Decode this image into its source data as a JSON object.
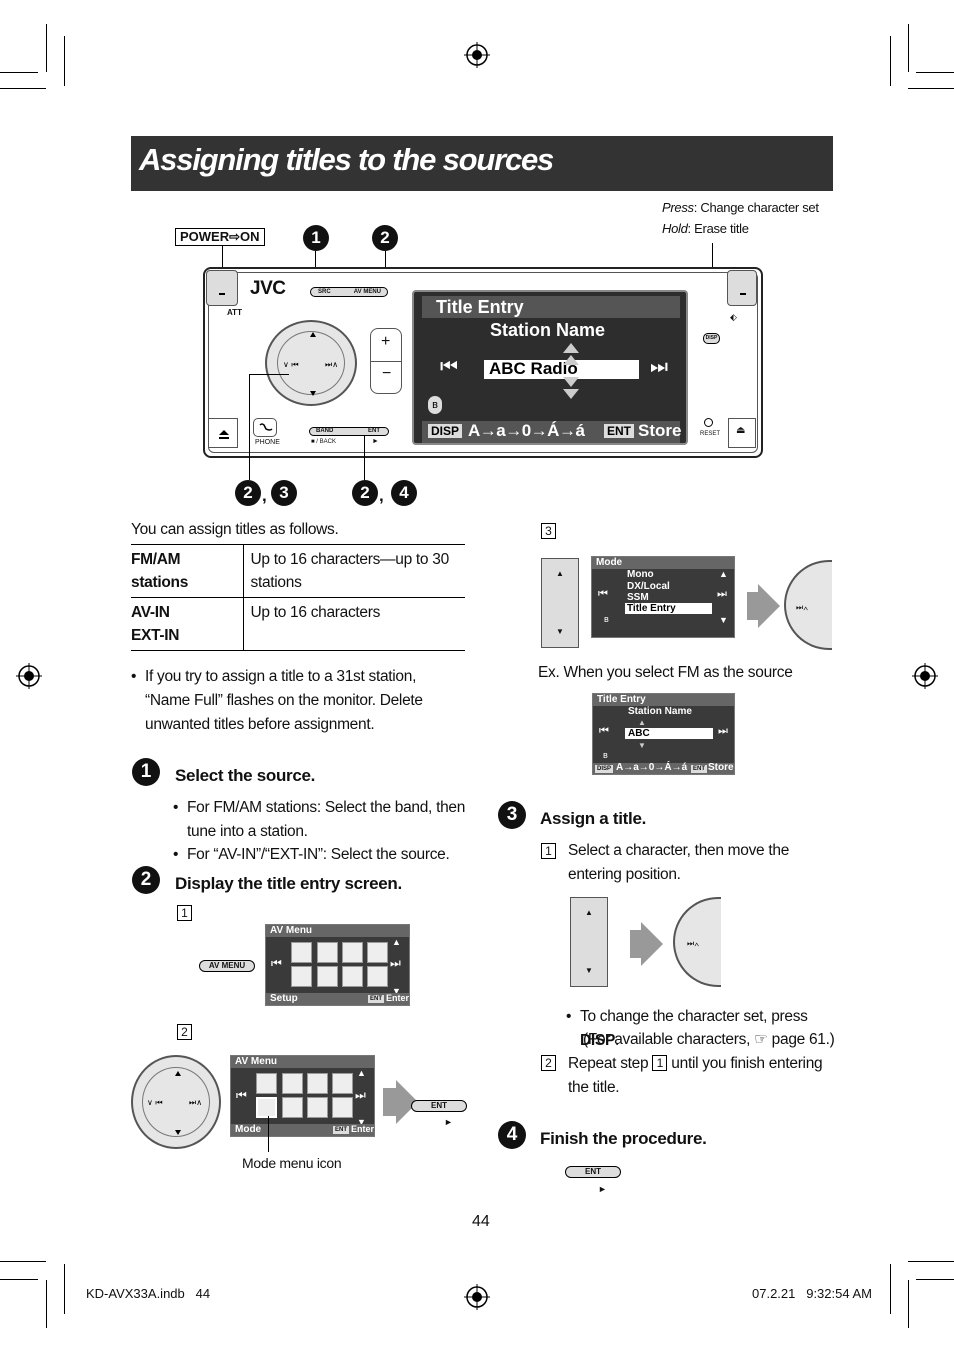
{
  "page": {
    "title": "Assigning titles to the sources",
    "page_number": "44",
    "footer_left": "KD-AVX33A.indb   44",
    "footer_right": "07.2.21   9:32:54 AM"
  },
  "figure": {
    "power_label": "POWER⇨ON",
    "callout_top": [
      "1",
      "2"
    ],
    "callout_bottom_left": [
      "2",
      "3"
    ],
    "callout_bottom_right": [
      "2",
      "4"
    ],
    "press_label": "Press",
    "press_text": ": Change character set",
    "hold_label": "Hold",
    "hold_text": ": Erase title",
    "brand": "JVC",
    "btn_src": "SRC",
    "btn_av_menu": "AV MENU",
    "btn_phone": "PHONE",
    "btn_band": "BAND",
    "btn_back": "■ / BACK",
    "btn_ent": "ENT",
    "btn_reset": "RESET",
    "btn_disp": "DISP",
    "btn_att": "ATT",
    "screen_title": "Title Entry",
    "screen_subtitle": "Station Name",
    "screen_field": "ABC Radio",
    "screen_disp": "DISP",
    "screen_charset": "A→a→0→Á→á",
    "screen_ent": "ENT",
    "screen_store": "Store"
  },
  "left": {
    "intro": "You can assign titles as follows.",
    "table": [
      {
        "source": "FM/AM stations",
        "limit": "Up to 16 characters—up to 30 stations"
      },
      {
        "source": "AV-IN\nEXT-IN",
        "limit": "Up to 16 characters"
      }
    ],
    "note": "If you try to assign a title to a 31st station, “Name Full” flashes on the monitor. Delete unwanted titles before assignment.",
    "step1": {
      "num": "1",
      "head": "Select the source.",
      "bullets": [
        "For FM/AM stations: Select the band, then tune into a station.",
        "For “AV-IN”/“EXT-IN”: Select the source."
      ]
    },
    "step2": {
      "num": "2",
      "head": "Display the title entry screen.",
      "sub1": "1",
      "sub2": "2",
      "av_menu_btn": "AV MENU",
      "menu1_title": "AV Menu",
      "menu1_footer": "Setup",
      "menu1_enter": "Enter",
      "menu2_title": "AV Menu",
      "menu2_footer": "Mode",
      "menu2_enter": "Enter",
      "ent_label": "ENT",
      "ent_badge": "ENT",
      "mode_caption": "Mode menu icon"
    }
  },
  "right": {
    "sub3": "3",
    "mode_menu": {
      "title": "Mode",
      "items": [
        "Mono",
        "DX/Local",
        "SSM",
        "Title Entry"
      ]
    },
    "example_caption": "Ex. When you select FM as the source",
    "mini_screen": {
      "title": "Title Entry",
      "subtitle": "Station Name",
      "field": "ABC",
      "disp": "DISP",
      "charset": "A→a→0→Á→á",
      "ent": "ENT",
      "store": "Store"
    },
    "step3": {
      "num": "3",
      "head": "Assign a title.",
      "sub1": "1",
      "sub1_text": "Select a character, then move the entering position.",
      "bullet_a": "To change the character set, press ",
      "bullet_disp": "DISP",
      "bullet_b": ".",
      "bullet_c": "(For available characters, ☞ page 61.)",
      "sub2": "2",
      "sub2_a": "Repeat step ",
      "sub2_ref": "1",
      "sub2_b": " until you finish entering the title."
    },
    "step4": {
      "num": "4",
      "head": "Finish the procedure.",
      "ent_label": "ENT"
    }
  }
}
